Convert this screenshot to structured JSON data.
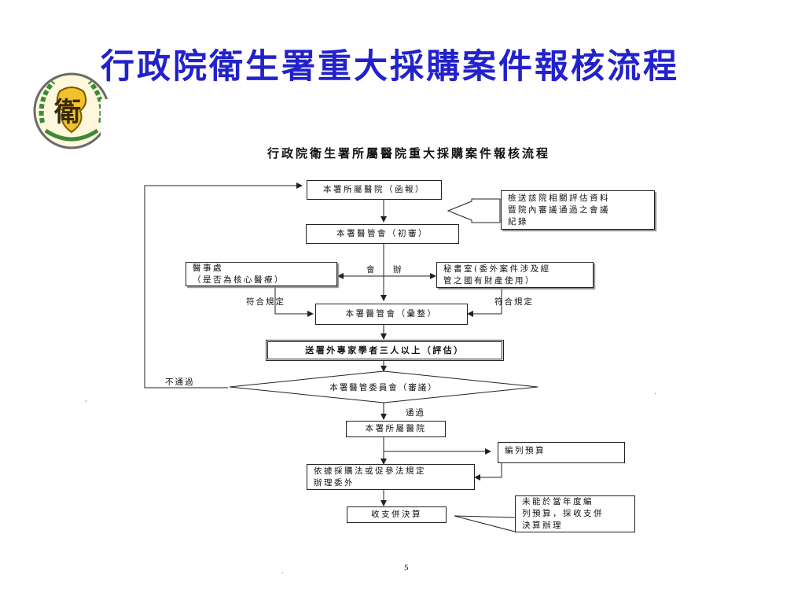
{
  "slide": {
    "title": "行政院衛生署重大採購案件報核流程",
    "title_color": "#2222cc",
    "logo_icon": "government-emblem-icon"
  },
  "diagram": {
    "title": "行政院衛生署所屬醫院重大採購案件報核流程",
    "nodes": {
      "hospital_report": "本署所屬醫院（函報）",
      "attach_docs": [
        "檢送該院相關評估資料",
        "暨院內審議通過之會議",
        "紀錄"
      ],
      "initial_review": "本署醫管會（初審）",
      "medical_affairs": [
        "醫事處",
        "（是否為核心醫療）"
      ],
      "secretariat": [
        "秘書室(委外案件涉及經",
        "管之國有財產使用）"
      ],
      "consolidation": "本署醫管會（彙整）",
      "expert_review": "送署外專家學者三人以上（評估）",
      "committee_review": "本署醫管委員會（審議）",
      "hospital": "本署所屬醫院",
      "budget": "編列預算",
      "procurement": [
        "依據採購法或促參法規定",
        "辦理委外"
      ],
      "settlement": "收支併決算",
      "no_budget_note": [
        "未能於當年度編",
        "列預算，採收支併",
        "決算辦理"
      ]
    },
    "labels": {
      "joint_left": "會",
      "joint_right": "辦",
      "compliant_left": "符合規定",
      "compliant_right": "符合規定",
      "fail": "不通過",
      "pass": "通過"
    },
    "page_number": "5"
  }
}
